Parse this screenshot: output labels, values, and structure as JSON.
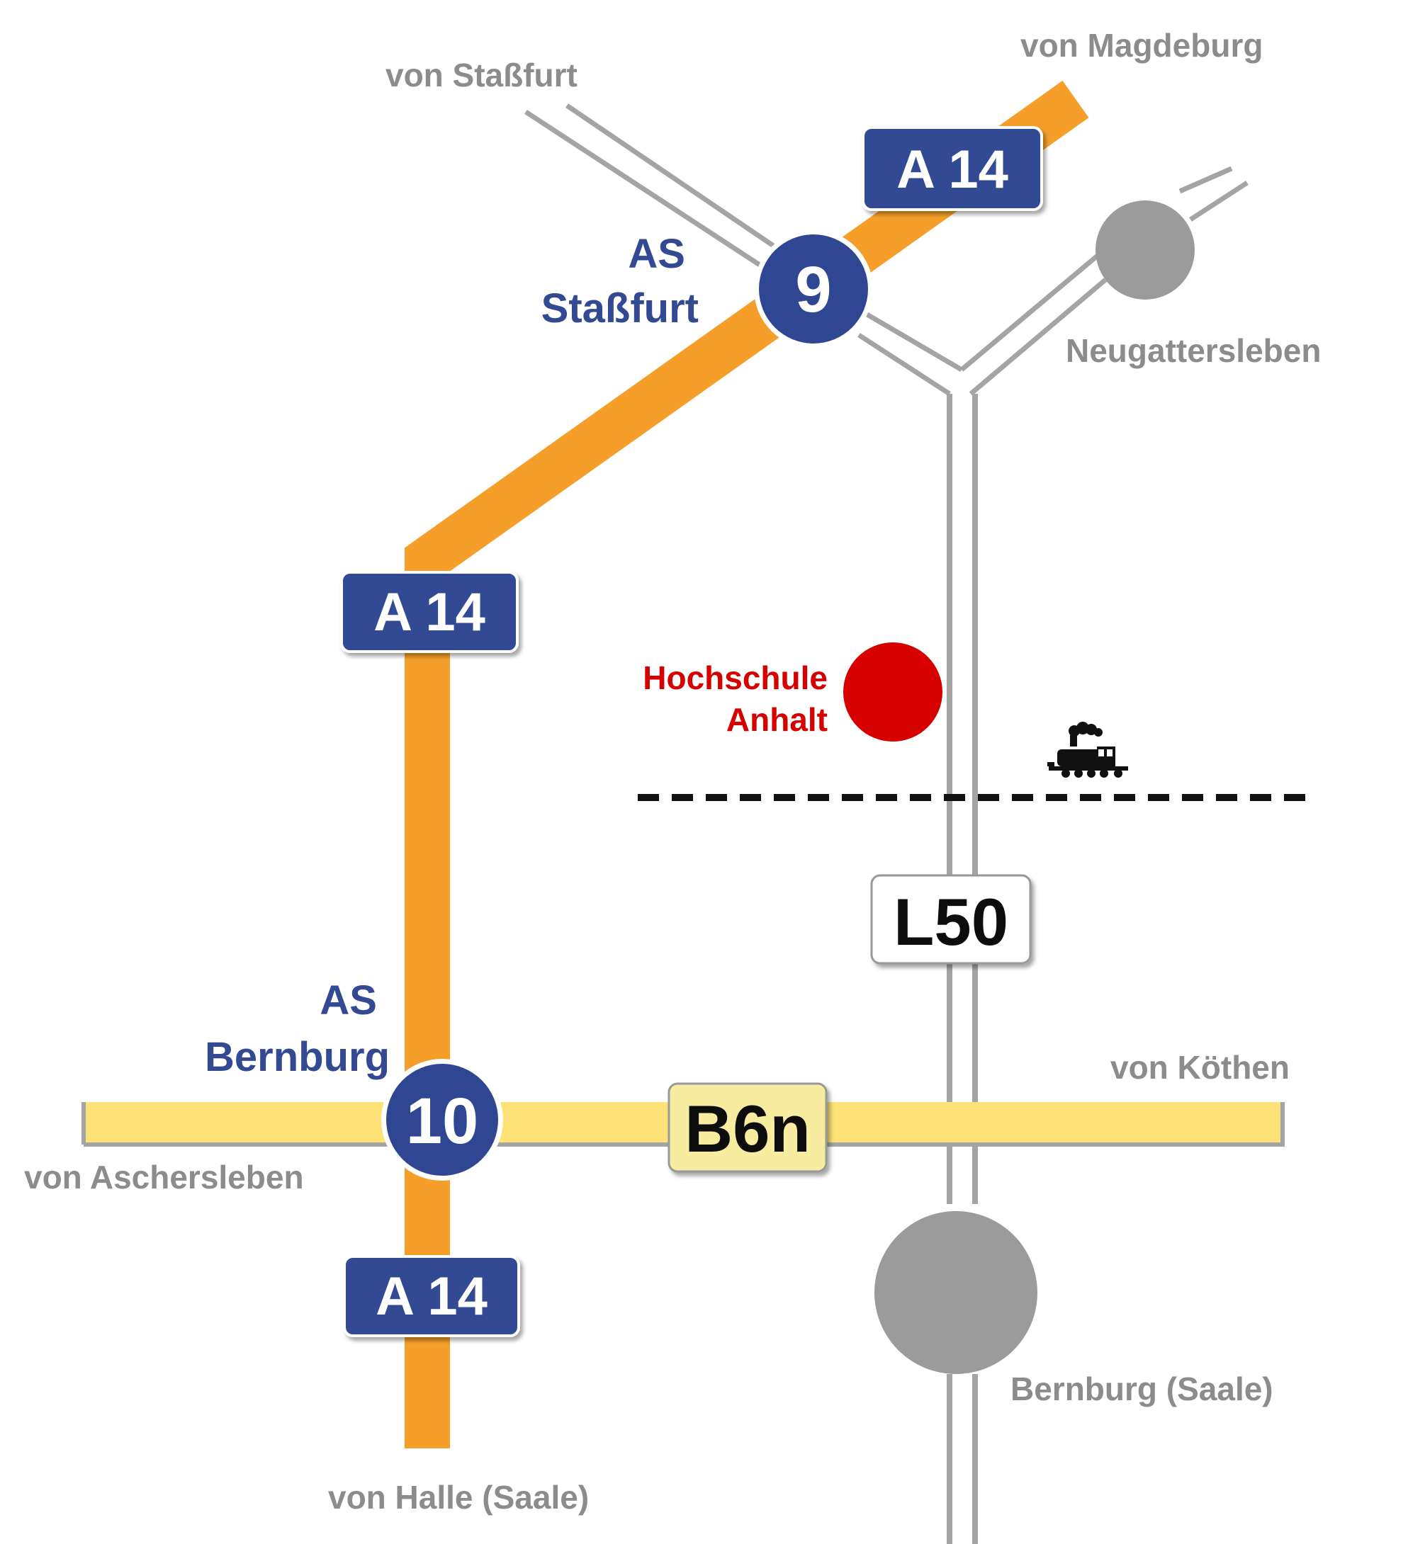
{
  "colors": {
    "autobahn": "#f59f2a",
    "bundesstrasse": "#fce277",
    "road_gray": "#a4a4a4",
    "sign_blue": "#334a93",
    "exit_blue": "#2f4693",
    "red_marker": "#d60000",
    "town_gray": "#9b9b9b",
    "label_gray": "#8c8c8c",
    "label_blue": "#334a93",
    "label_red": "#d60000"
  },
  "directions": {
    "stassfurt": "von Staßfurt",
    "magdeburg": "von Magdeburg",
    "koethen": "von Köthen",
    "aschersleben": "von Aschersleben",
    "halle": "von Halle (Saale)"
  },
  "towns": {
    "neugattersleben": "Neugattersleben",
    "bernburg": "Bernburg (Saale)"
  },
  "exits": {
    "exit9": {
      "number": "9",
      "name_line1": "AS",
      "name_line2": "Staßfurt"
    },
    "exit10": {
      "number": "10",
      "name_line1": "AS",
      "name_line2": "Bernburg"
    }
  },
  "signs": {
    "a14": "A 14",
    "b6n": "B6n",
    "l50": "L50"
  },
  "destination": {
    "line1": "Hochschule",
    "line2": "Anhalt"
  },
  "icons": {
    "railway": "train-icon"
  }
}
